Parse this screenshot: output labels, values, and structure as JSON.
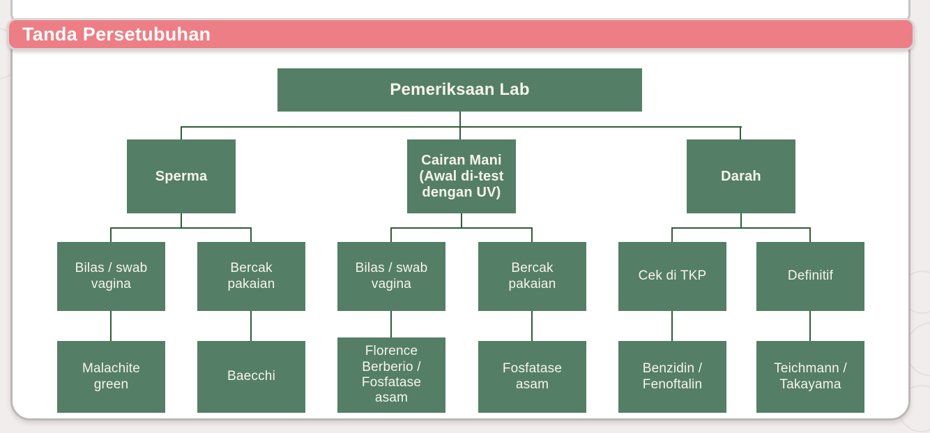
{
  "header": {
    "title": "Tanda Persetubuhan"
  },
  "colors": {
    "header_pink": "#ed7e86",
    "node_green": "#547e66",
    "connector_green": "#2b5e35",
    "node_text_cream": "#f7f4ec",
    "panel_border_gray": "#bcb8b8",
    "background": "#f2eded"
  },
  "diagram": {
    "root": {
      "label": "Pemeriksaan Lab"
    },
    "branches": [
      {
        "label": "Sperma",
        "children": [
          {
            "label": "Bilas / swab\nvagina",
            "result": "Malachite\ngreen"
          },
          {
            "label": "Bercak\npakaian",
            "result": "Baecchi"
          }
        ]
      },
      {
        "label": "Cairan Mani\n(Awal di-test\ndengan UV)",
        "children": [
          {
            "label": "Bilas / swab\nvagina",
            "result": "Florence\nBerberio /\nFosfatase\nasam"
          },
          {
            "label": "Bercak\npakaian",
            "result": "Fosfatase\nasam"
          }
        ]
      },
      {
        "label": "Darah",
        "children": [
          {
            "label": "Cek di TKP",
            "result": "Benzidin /\nFenoftalin"
          },
          {
            "label": "Definitif",
            "result": "Teichmann /\nTakayama"
          }
        ]
      }
    ]
  }
}
